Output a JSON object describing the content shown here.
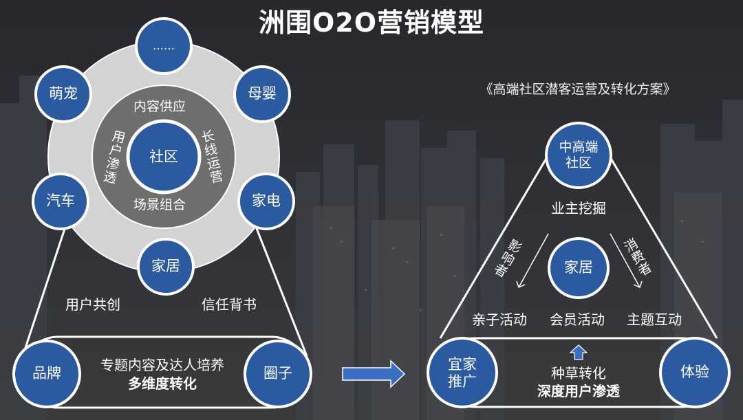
{
  "title": "洲围O2O营销模型",
  "left_model": {
    "center": "社区",
    "inner_ring": {
      "top": "内容供应",
      "left": "用户渗透",
      "right": "长线运营",
      "bottom": "场景组合"
    },
    "satellites": {
      "top": "……",
      "upper_left": "萌宠",
      "upper_right": "母婴",
      "left": "汽车",
      "right": "家电",
      "bottom": "家居"
    },
    "side_labels": {
      "left": "用户共创",
      "right": "信任背书"
    },
    "base": {
      "left_node": "品牌",
      "right_node": "圈子",
      "line1": "专题内容及达人培养",
      "line2": "多维度转化"
    }
  },
  "right_model": {
    "subtitle": "《高端社区潜客运营及转化方案》",
    "top_node": "中高端\n社区",
    "top_caption": "业主挖掘",
    "center": "家居",
    "left_arrow": "影响者",
    "right_arrow": "消费者",
    "activities": [
      "亲子活动",
      "会员活动",
      "主题互动"
    ],
    "bottom_left_node": "宜家\n推广",
    "bottom_right_node": "体验",
    "bottom_line1": "种草转化",
    "bottom_line2": "深度用户渗透"
  },
  "colors": {
    "node_fill": "#2b5aa0",
    "node_stroke": "#ffffff",
    "outer_disc": "#d3d3d3",
    "inner_disc": "#6e6e6e",
    "arrow": "#3a6fc4",
    "background": "#2b2d33"
  }
}
